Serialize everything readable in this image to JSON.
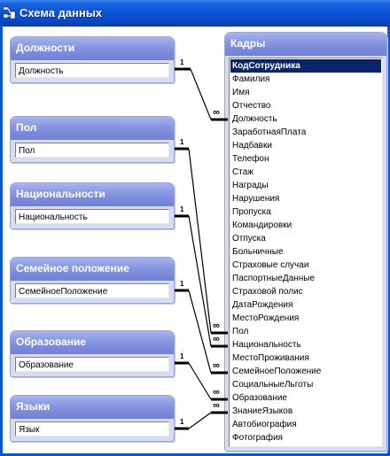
{
  "window": {
    "title": "Схема данных"
  },
  "tables": {
    "dolzhnosti": {
      "title": "Должности",
      "fields": [
        "Должность"
      ]
    },
    "pol": {
      "title": "Пол",
      "fields": [
        "Пол"
      ]
    },
    "nats": {
      "title": "Национальности",
      "fields": [
        "Национальность"
      ]
    },
    "semeinoe": {
      "title": "Семейное положение",
      "fields": [
        "СемейноеПоложение"
      ]
    },
    "obrazovanie": {
      "title": "Образование",
      "fields": [
        "Образование"
      ]
    },
    "yazyki": {
      "title": "Языки",
      "fields": [
        "Язык"
      ]
    },
    "kadry": {
      "title": "Кадры",
      "fields": [
        "КодСотрудника",
        "Фамилия",
        "Имя",
        "Отчество",
        "Должность",
        "ЗаработнаяПлата",
        "Надбавки",
        "Телефон",
        "Стаж",
        "Награды",
        "Нарушения",
        "Пропуска",
        "Командировки",
        "Отпуска",
        "Больничные",
        "Страховые случаи",
        "ПаспортныеДанные",
        "Страховой полис",
        "ДатаРождения",
        "МестоРождения",
        "Пол",
        "Национальность",
        "МестоПроживания",
        "СемейноеПоложение",
        "СоциальныеЛьготы",
        "Образование",
        "ЗнаниеЯзыков",
        "Автобиография",
        "Фотография"
      ]
    }
  },
  "relations": {
    "one_label": "1",
    "many_label": "∞"
  }
}
